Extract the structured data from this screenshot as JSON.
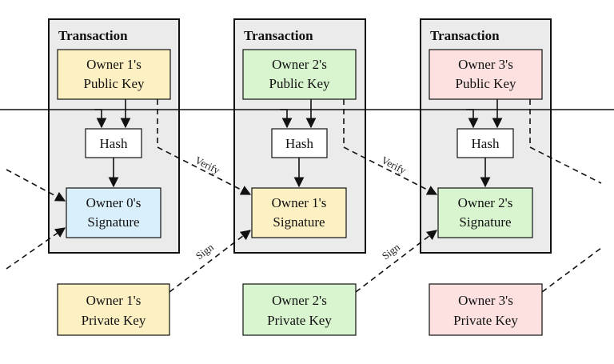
{
  "transactions": [
    {
      "title": "Transaction",
      "public_key": [
        "Owner 1's",
        "Public Key"
      ],
      "hash": "Hash",
      "signature": [
        "Owner 0's",
        "Signature"
      ]
    },
    {
      "title": "Transaction",
      "public_key": [
        "Owner 2's",
        "Public Key"
      ],
      "hash": "Hash",
      "signature": [
        "Owner 1's",
        "Signature"
      ]
    },
    {
      "title": "Transaction",
      "public_key": [
        "Owner 3's",
        "Public Key"
      ],
      "hash": "Hash",
      "signature": [
        "Owner 2's",
        "Signature"
      ]
    }
  ],
  "private_keys": [
    [
      "Owner 1's",
      "Private Key"
    ],
    [
      "Owner 2's",
      "Private Key"
    ],
    [
      "Owner 3's",
      "Private Key"
    ]
  ],
  "edge_labels": {
    "verify": "Verify",
    "sign": "Sign"
  },
  "colors": {
    "yellow": "#fdf0c2",
    "green": "#d8f5cf",
    "red": "#fde0e0",
    "blue": "#d9effc",
    "panel": "#ebebeb",
    "white": "#ffffff"
  }
}
